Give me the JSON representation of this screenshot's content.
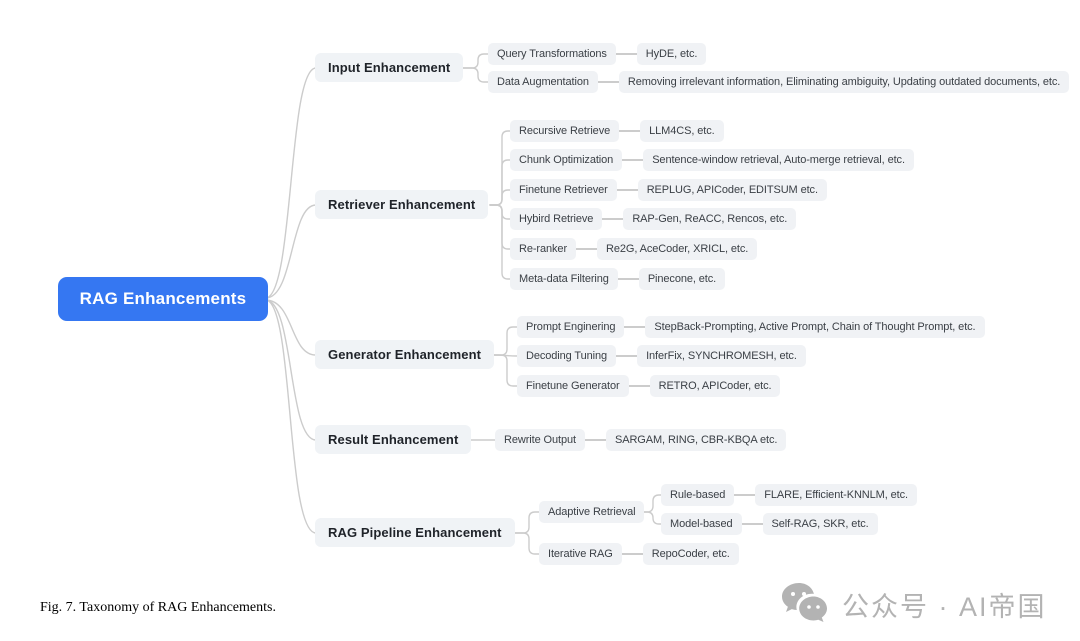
{
  "root": {
    "label": "RAG Enhancements"
  },
  "branches": [
    {
      "label": "Input Enhancement",
      "children": [
        {
          "label": "Query Transformations",
          "items": "HyDE,  etc."
        },
        {
          "label": "Data Augmentation",
          "items": "Removing irrelevant information, Eliminating ambiguity, Updating outdated documents,  etc."
        }
      ]
    },
    {
      "label": "Retriever Enhancement",
      "children": [
        {
          "label": "Recursive Retrieve",
          "items": "LLM4CS,  etc."
        },
        {
          "label": "Chunk Optimization",
          "items": "Sentence-window retrieval, Auto-merge retrieval,  etc."
        },
        {
          "label": "Finetune Retriever",
          "items": "REPLUG, APICoder, EDITSUM etc."
        },
        {
          "label": "Hybird Retrieve",
          "items": "RAP-Gen, ReACC,  Rencos, etc."
        },
        {
          "label": "Re-ranker",
          "items": "Re2G, AceCoder, XRICL, etc."
        },
        {
          "label": "Meta-data Filtering",
          "items": "Pinecone, etc."
        }
      ]
    },
    {
      "label": "Generator Enhancement",
      "children": [
        {
          "label": "Prompt Enginering",
          "items": "StepBack-Prompting, Active Prompt, Chain of Thought Prompt, etc."
        },
        {
          "label": "Decoding Tuning",
          "items": "InferFix, SYNCHROMESH, etc."
        },
        {
          "label": "Finetune Generator",
          "items": "RETRO, APICoder, etc."
        }
      ]
    },
    {
      "label": "Result Enhancement",
      "children": [
        {
          "label": "Rewrite Output",
          "items": "SARGAM, RING, CBR-KBQA etc."
        }
      ]
    },
    {
      "label": "RAG Pipeline Enhancement",
      "children": [
        {
          "label": "Adaptive Retrieval",
          "children": [
            {
              "label": "Rule-based",
              "items": "FLARE, Efficient-KNNLM, etc."
            },
            {
              "label": "Model-based",
              "items": "Self-RAG, SKR, etc."
            }
          ]
        },
        {
          "label": "Iterative RAG",
          "items": "RepoCoder, etc."
        }
      ]
    }
  ],
  "caption": "Fig. 7.  Taxonomy of RAG Enhancements.",
  "watermark": {
    "icon": "wechat-icon",
    "text": "公众号 · AI帝国"
  },
  "colors": {
    "root_bg": "#3577F2",
    "root_text": "#FFFFFF",
    "node_bg": "#F0F2F5",
    "branch_text": "#1F2329",
    "node_text": "#3A3F45",
    "line": "#CCCCCC",
    "watermark": "#B3B3B3"
  }
}
